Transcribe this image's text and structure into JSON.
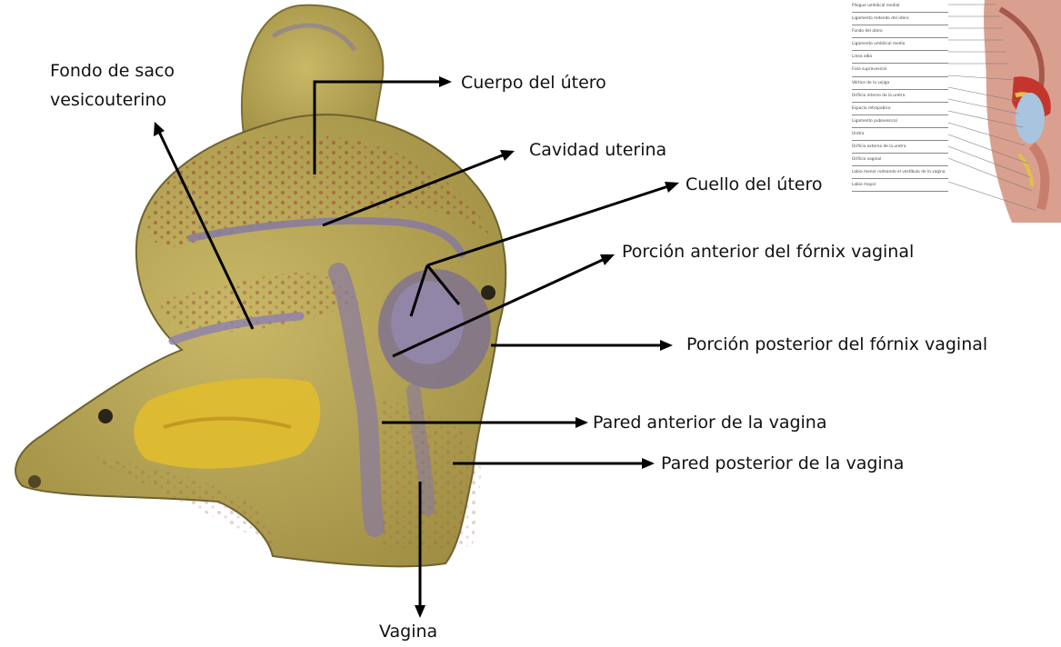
{
  "colors": {
    "model_base": "#b7a653",
    "model_light": "#cbbd73",
    "model_shadow": "#7d6f34",
    "muscle_dots": "#a4543f",
    "purple_tissue": "#8679a2",
    "fat_yellow": "#e0bc2e",
    "arrow": "#000000",
    "inset_tissue": "#d9a08f"
  },
  "labels": {
    "fondo_saco": "Fondo de saco\nvesicouterino",
    "cuerpo_utero": "Cuerpo del útero",
    "cavidad_uterina": "Cavidad uterina",
    "cuello_utero": "Cuello del útero",
    "fornix_anterior": "Porción anterior del fórnix vaginal",
    "fornix_posterior": "Porción posterior del fórnix vaginal",
    "pared_anterior": "Pared anterior de la vagina",
    "pared_posterior": "Pared posterior de la vagina",
    "vagina": "Vagina"
  },
  "inset": {
    "items": [
      "Pliegue umbilical medial",
      "Ligamento redondo del útero",
      "Fondo del útero",
      "Ligamento umbilical medio",
      "Línea alba",
      "Fosa supravesical",
      "Vértice de la vejiga",
      "Orificio interno de la uretra",
      "Espacio retropúbico",
      "Ligamento pubovesical",
      "Uretra",
      "Orificio externo de la uretra",
      "Orificio vaginal",
      "Labio menor rodeando el vestíbulo de la vagina",
      "Labio mayor"
    ]
  }
}
